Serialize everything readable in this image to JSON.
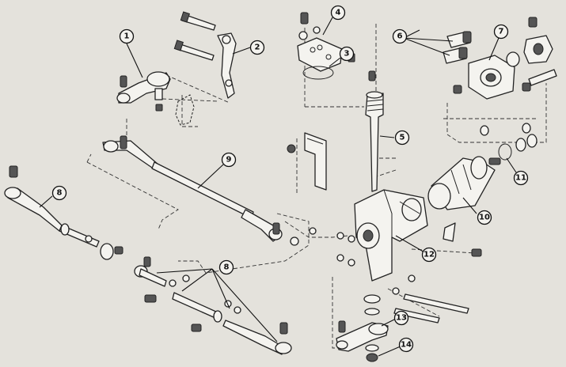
{
  "callouts": [
    {
      "id": "c1",
      "label": "1"
    },
    {
      "id": "c2",
      "label": "2"
    },
    {
      "id": "c3",
      "label": "3"
    },
    {
      "id": "c4",
      "label": "4"
    },
    {
      "id": "c5",
      "label": "5"
    },
    {
      "id": "c6",
      "label": "6"
    },
    {
      "id": "c7",
      "label": "7"
    },
    {
      "id": "c8a",
      "label": "8"
    },
    {
      "id": "c8b",
      "label": "8"
    },
    {
      "id": "c9",
      "label": "9"
    },
    {
      "id": "c10",
      "label": "10"
    },
    {
      "id": "c11",
      "label": "11"
    },
    {
      "id": "c12",
      "label": "12"
    },
    {
      "id": "c13",
      "label": "13"
    },
    {
      "id": "c14",
      "label": "14"
    }
  ]
}
